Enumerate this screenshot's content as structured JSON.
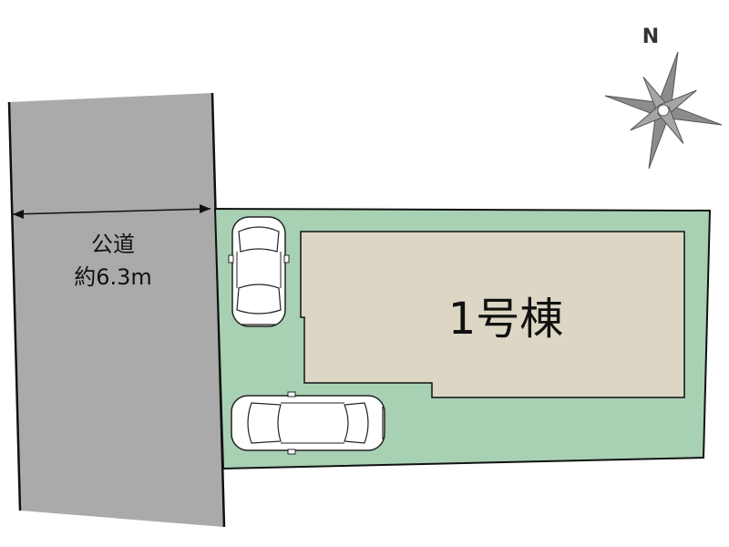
{
  "road": {
    "label": "公道",
    "width_label": "約6.3m"
  },
  "house": {
    "label": "1号棟"
  },
  "compass": {
    "north_label": "N",
    "icon": "compass-rose-icon"
  },
  "parking": {
    "car_icon": "car-icon",
    "count": 2
  },
  "colors": {
    "road": "#aaaaaa",
    "lot": "#a8d1b4",
    "building": "#ddd6c4",
    "outline": "#111111",
    "compass": "#8c8c8c"
  }
}
